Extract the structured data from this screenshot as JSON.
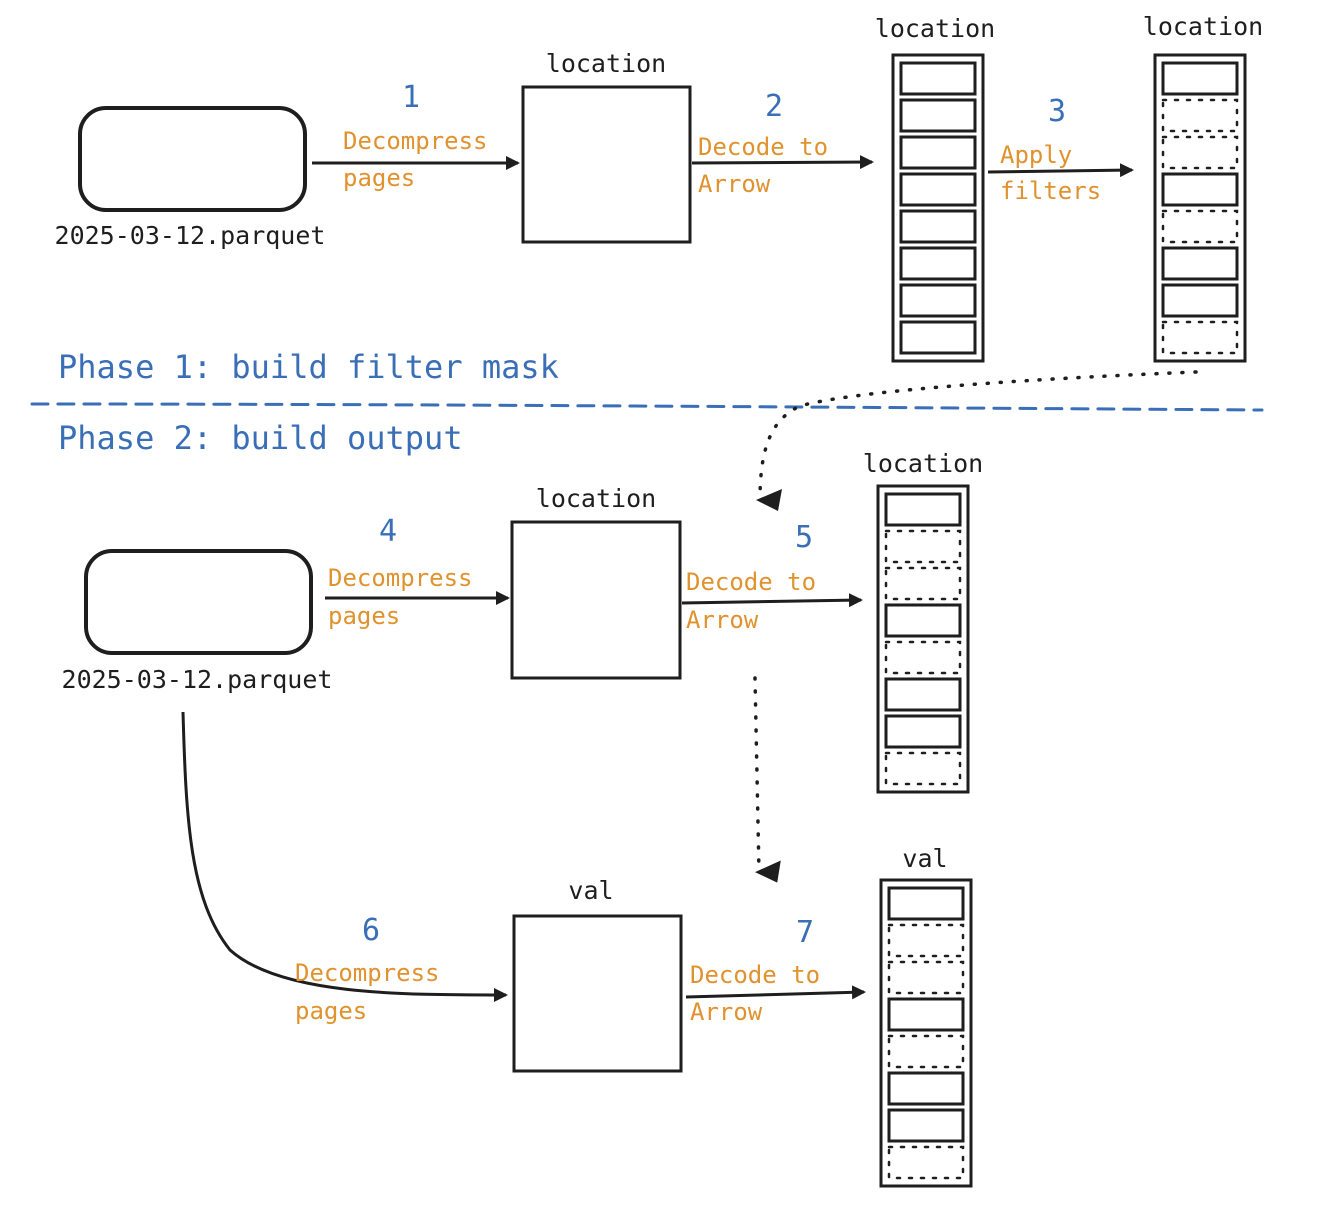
{
  "colors": {
    "ink": "#1e1e1e",
    "step_number": "#3a6fb8",
    "step_label": "#e0922f",
    "phase": "#3a6fb8",
    "divider": "#3a6fb8"
  },
  "phases": [
    {
      "label": "Phase 1: build filter mask"
    },
    {
      "label": "Phase 2: build output"
    }
  ],
  "files": [
    {
      "id": "file-phase1",
      "label": "2025-03-12.parquet"
    },
    {
      "id": "file-phase2",
      "label": "2025-03-12.parquet"
    }
  ],
  "pages_boxes": [
    {
      "id": "pages-location-1",
      "label": "location"
    },
    {
      "id": "pages-location-2",
      "label": "location"
    },
    {
      "id": "pages-val",
      "label": "val"
    }
  ],
  "arrow_columns": [
    {
      "id": "col-location-decoded",
      "label": "location",
      "rows": [
        true,
        true,
        true,
        true,
        true,
        true,
        true,
        true
      ]
    },
    {
      "id": "col-location-mask",
      "label": "location",
      "rows": [
        true,
        false,
        false,
        true,
        false,
        true,
        true,
        false
      ]
    },
    {
      "id": "col-location-output",
      "label": "location",
      "rows": [
        true,
        false,
        false,
        true,
        false,
        true,
        true,
        false
      ]
    },
    {
      "id": "col-val-output",
      "label": "val",
      "rows": [
        true,
        false,
        false,
        true,
        false,
        true,
        true,
        false
      ]
    }
  ],
  "steps": [
    {
      "number": "1",
      "label_lines": [
        "Decompress",
        "pages"
      ]
    },
    {
      "number": "2",
      "label_lines": [
        "Decode to",
        "Arrow"
      ]
    },
    {
      "number": "3",
      "label_lines": [
        "Apply",
        "filters"
      ]
    },
    {
      "number": "4",
      "label_lines": [
        "Decompress",
        "pages"
      ]
    },
    {
      "number": "5",
      "label_lines": [
        "Decode to",
        "Arrow"
      ]
    },
    {
      "number": "6",
      "label_lines": [
        "Decompress",
        "pages"
      ]
    },
    {
      "number": "7",
      "label_lines": [
        "Decode to",
        "Arrow"
      ]
    }
  ]
}
